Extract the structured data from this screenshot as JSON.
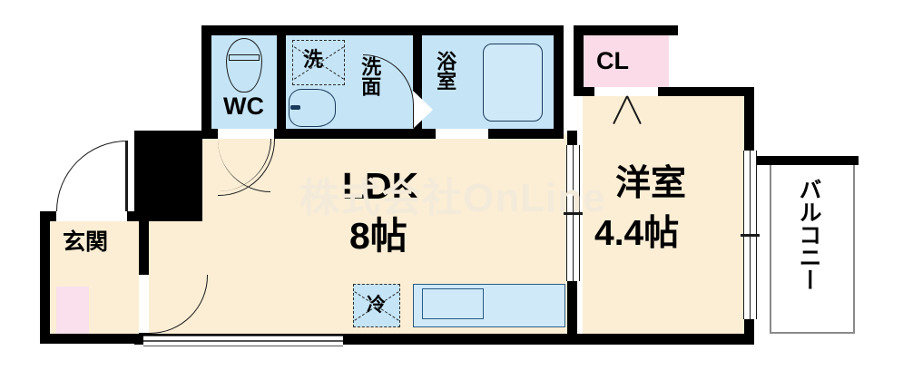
{
  "document": {
    "type": "japanese-floor-plan",
    "watermark": "株式会社OnLine"
  },
  "rooms": {
    "wc": {
      "label": "WC",
      "floor_color": "#c5e5f7"
    },
    "washer": {
      "label": "洗",
      "note": "washing-machine-space"
    },
    "washbasin": {
      "label": "洗面"
    },
    "bath": {
      "label": "浴室"
    },
    "closet": {
      "label": "CL",
      "floor_color": "#fadbe7"
    },
    "entrance": {
      "label": "玄関"
    },
    "ldk": {
      "label": "LDK",
      "size": "8帖"
    },
    "western_room": {
      "label": "洋室",
      "size": "4.4帖"
    },
    "balcony": {
      "label": "バルコニー"
    },
    "fridge": {
      "label": "冷",
      "note": "refrigerator-space"
    }
  },
  "colors": {
    "wall": "#000000",
    "living_floor": "#fbeed5",
    "wet_floor": "#c5e5f7",
    "closet_floor": "#fadbe7",
    "balcony_floor": "#ffffff",
    "fixture_outline": "#1a3a5c"
  }
}
